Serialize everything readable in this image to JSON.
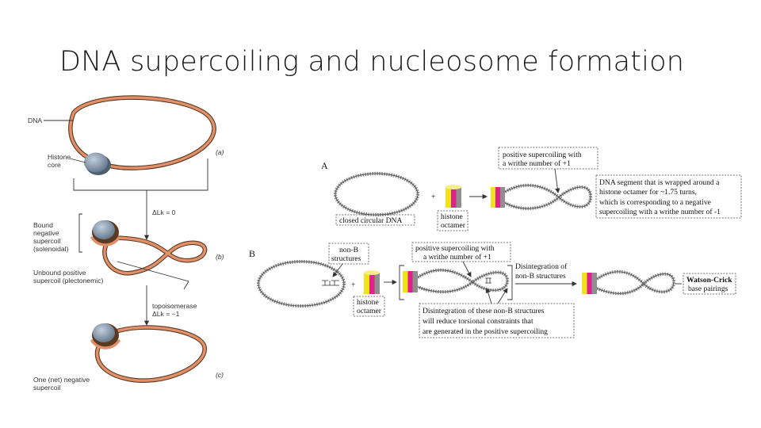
{
  "title": "DNA supercoiling and nucleosome formation",
  "left_figure": {
    "labels": {
      "dna": "DNA",
      "histone_core_1": "Histone",
      "histone_core_2": "core",
      "panel_a": "(a)",
      "panel_b": "(b)",
      "panel_c": "(c)",
      "delta_lk_0": "ΔLk = 0",
      "bound_1": "Bound",
      "bound_2": "negative",
      "bound_3": "supercoil",
      "bound_4": "(solenoidal)",
      "unbound_1": "Unbound positive",
      "unbound_2": "supercoil (plectonemic)",
      "topo_1": "topoisomerase",
      "topo_2": "ΔLk = −1",
      "net_1": "One (net) negative",
      "net_2": "supercoil"
    }
  },
  "right_figure": {
    "panel_a": "A",
    "panel_b": "B",
    "plus_sign": "+",
    "closed_circular": "closed circular DNA",
    "histone_octamer_a_1": "histone",
    "histone_octamer_a_2": "octamer",
    "pos_super_a_1": "positive supercoiling with",
    "pos_super_a_2": "a writhe number of +1",
    "wrapped_1": "DNA segment that is wrapped around a",
    "wrapped_2": "histone   octamer   for   ~1.75   turns,",
    "wrapped_3": "which is corresponding to a negative",
    "wrapped_4": "supercoiling with a writhe number of -1",
    "nonb_1": "non-B",
    "nonb_2": "structures",
    "histone_octamer_b_1": "histone",
    "histone_octamer_b_2": "octamer",
    "pos_super_b_1": "positive supercoiling with",
    "pos_super_b_2": "a writhe number of +1",
    "disint_top_1": "Disintegration of",
    "disint_top_2": "non-B structures",
    "watson_1": "Watson-Crick",
    "watson_2": "base pairings",
    "disint_bot_1": "Disintegration of these non-B structures",
    "disint_bot_2": "will   reduce   torsional   constraints   that",
    "disint_bot_3": "are generated in the positive supercoiling"
  },
  "colors": {
    "rope_dark": "#5a3a22",
    "rope_light": "#e2906a",
    "histone_core": "#8fa3b8",
    "octamer_yellow": "#f2e21c",
    "octamer_magenta": "#e0208c",
    "octamer_gray": "#8f8f8f"
  }
}
